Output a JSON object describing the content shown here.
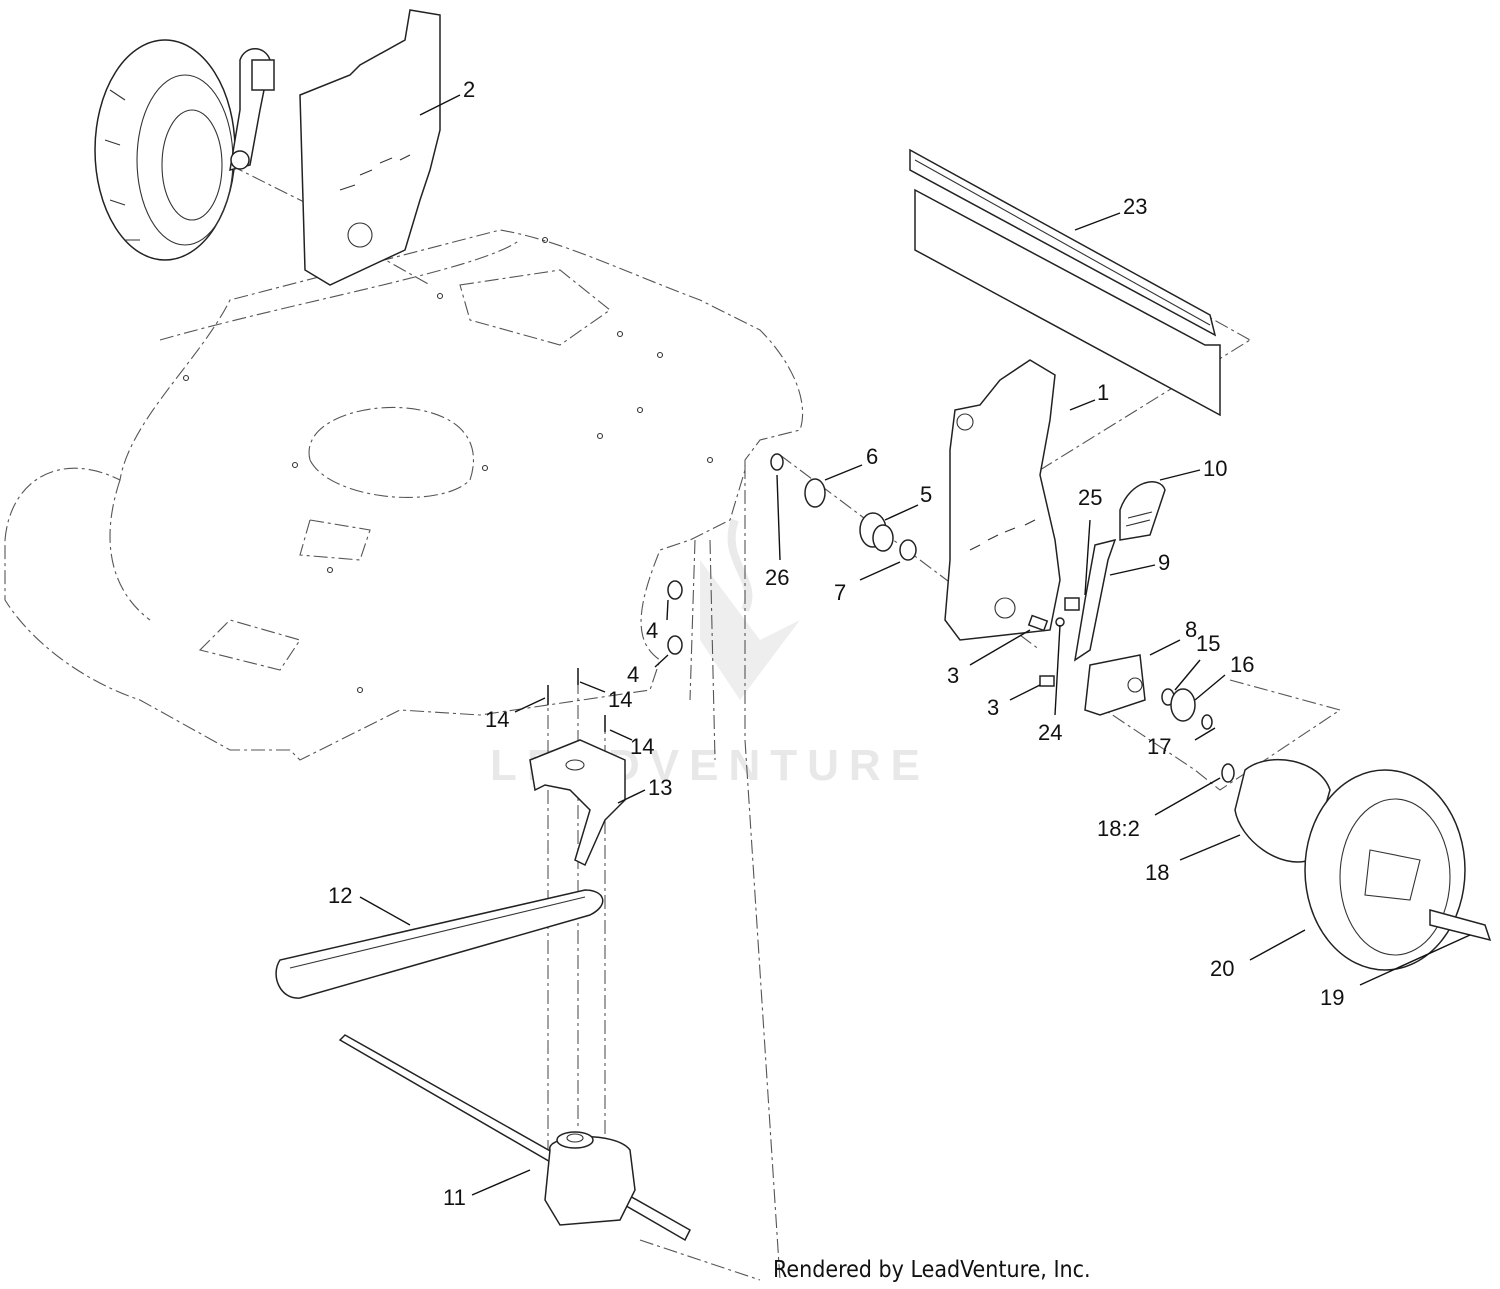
{
  "credit": "Rendered by LeadVenture, Inc.",
  "watermark": "LEADVENTURE",
  "callouts": [
    {
      "id": "c1",
      "label": "1"
    },
    {
      "id": "c2",
      "label": "2"
    },
    {
      "id": "c3a",
      "label": "3"
    },
    {
      "id": "c3b",
      "label": "3"
    },
    {
      "id": "c4a",
      "label": "4"
    },
    {
      "id": "c4b",
      "label": "4"
    },
    {
      "id": "c5",
      "label": "5"
    },
    {
      "id": "c6",
      "label": "6"
    },
    {
      "id": "c7",
      "label": "7"
    },
    {
      "id": "c8",
      "label": "8"
    },
    {
      "id": "c9",
      "label": "9"
    },
    {
      "id": "c10",
      "label": "10"
    },
    {
      "id": "c11",
      "label": "11"
    },
    {
      "id": "c12",
      "label": "12"
    },
    {
      "id": "c13",
      "label": "13"
    },
    {
      "id": "c14a",
      "label": "14"
    },
    {
      "id": "c14b",
      "label": "14"
    },
    {
      "id": "c14c",
      "label": "14"
    },
    {
      "id": "c15",
      "label": "15"
    },
    {
      "id": "c16",
      "label": "16"
    },
    {
      "id": "c17",
      "label": "17"
    },
    {
      "id": "c18a",
      "label": "18:2"
    },
    {
      "id": "c18b",
      "label": "18"
    },
    {
      "id": "c19",
      "label": "19"
    },
    {
      "id": "c20",
      "label": "20"
    },
    {
      "id": "c23",
      "label": "23"
    },
    {
      "id": "c24",
      "label": "24"
    },
    {
      "id": "c25",
      "label": "25"
    },
    {
      "id": "c26",
      "label": "26"
    }
  ]
}
